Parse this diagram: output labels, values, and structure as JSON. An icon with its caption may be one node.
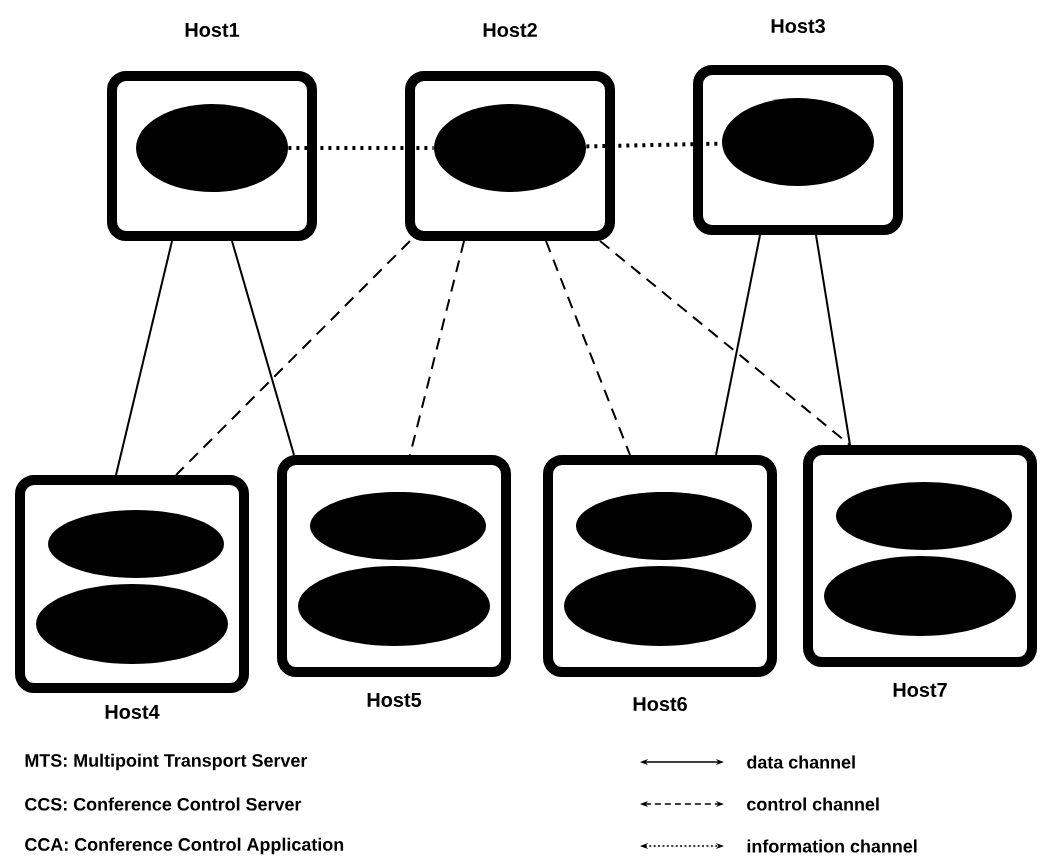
{
  "diagram": {
    "nodes": [
      {
        "text": [
          "Host1"
        ]
      },
      {
        "text": [],
        "shape": "ellipse",
        "in": 0
      },
      {
        "text": [
          "Host2"
        ]
      },
      {
        "text": [],
        "shape": "ellipse",
        "in": 2
      },
      {
        "text": [
          "Host3"
        ]
      },
      {
        "text": [],
        "shape": "ellipse",
        "in": 4
      },
      {
        "text": [
          "Host4"
        ]
      },
      {
        "text": [],
        "shape": "ellipse",
        "in": 6
      },
      {
        "text": [],
        "shape": "ellipse",
        "in": 6
      },
      {
        "text": [
          "Host5"
        ]
      },
      {
        "text": [],
        "shape": "ellipse",
        "in": 9
      },
      {
        "text": [],
        "shape": "ellipse",
        "in": 9
      },
      {
        "text": [
          "Host6"
        ]
      },
      {
        "text": [],
        "shape": "ellipse",
        "in": 12
      },
      {
        "text": [],
        "shape": "ellipse",
        "in": 12
      },
      {
        "text": [
          "Host7"
        ]
      },
      {
        "text": [],
        "shape": "ellipse",
        "in": 15
      },
      {
        "text": [],
        "shape": "ellipse",
        "in": 15
      }
    ],
    "edges": [
      {
        "from": 1,
        "to": 3,
        "arrow": "none",
        "style": "dashed"
      },
      {
        "from": 3,
        "to": 5,
        "arrow": "none",
        "style": "dashed"
      },
      {
        "from": 0,
        "to": 6,
        "arrow": "none"
      },
      {
        "from": 0,
        "to": 9,
        "arrow": "none"
      },
      {
        "from": 2,
        "to": 6,
        "arrow": "none",
        "style": "dashed"
      },
      {
        "from": 2,
        "to": 9,
        "arrow": "none",
        "style": "dashed"
      },
      {
        "from": 2,
        "to": 12,
        "arrow": "none",
        "style": "dashed"
      },
      {
        "from": 2,
        "to": 15,
        "arrow": "none",
        "style": "dashed"
      },
      {
        "from": 4,
        "to": 12,
        "arrow": "none"
      },
      {
        "from": 4,
        "to": 15,
        "arrow": "none"
      }
    ],
    "labels": [
      "MTS: Multipoint Transport Server",
      "CCS: Conference Control Server",
      "CCA: Conference Control Application"
    ],
    "legend": [
      {
        "text": "data channel"
      },
      {
        "text": "control channel"
      },
      {
        "text": "information channel"
      }
    ]
  }
}
